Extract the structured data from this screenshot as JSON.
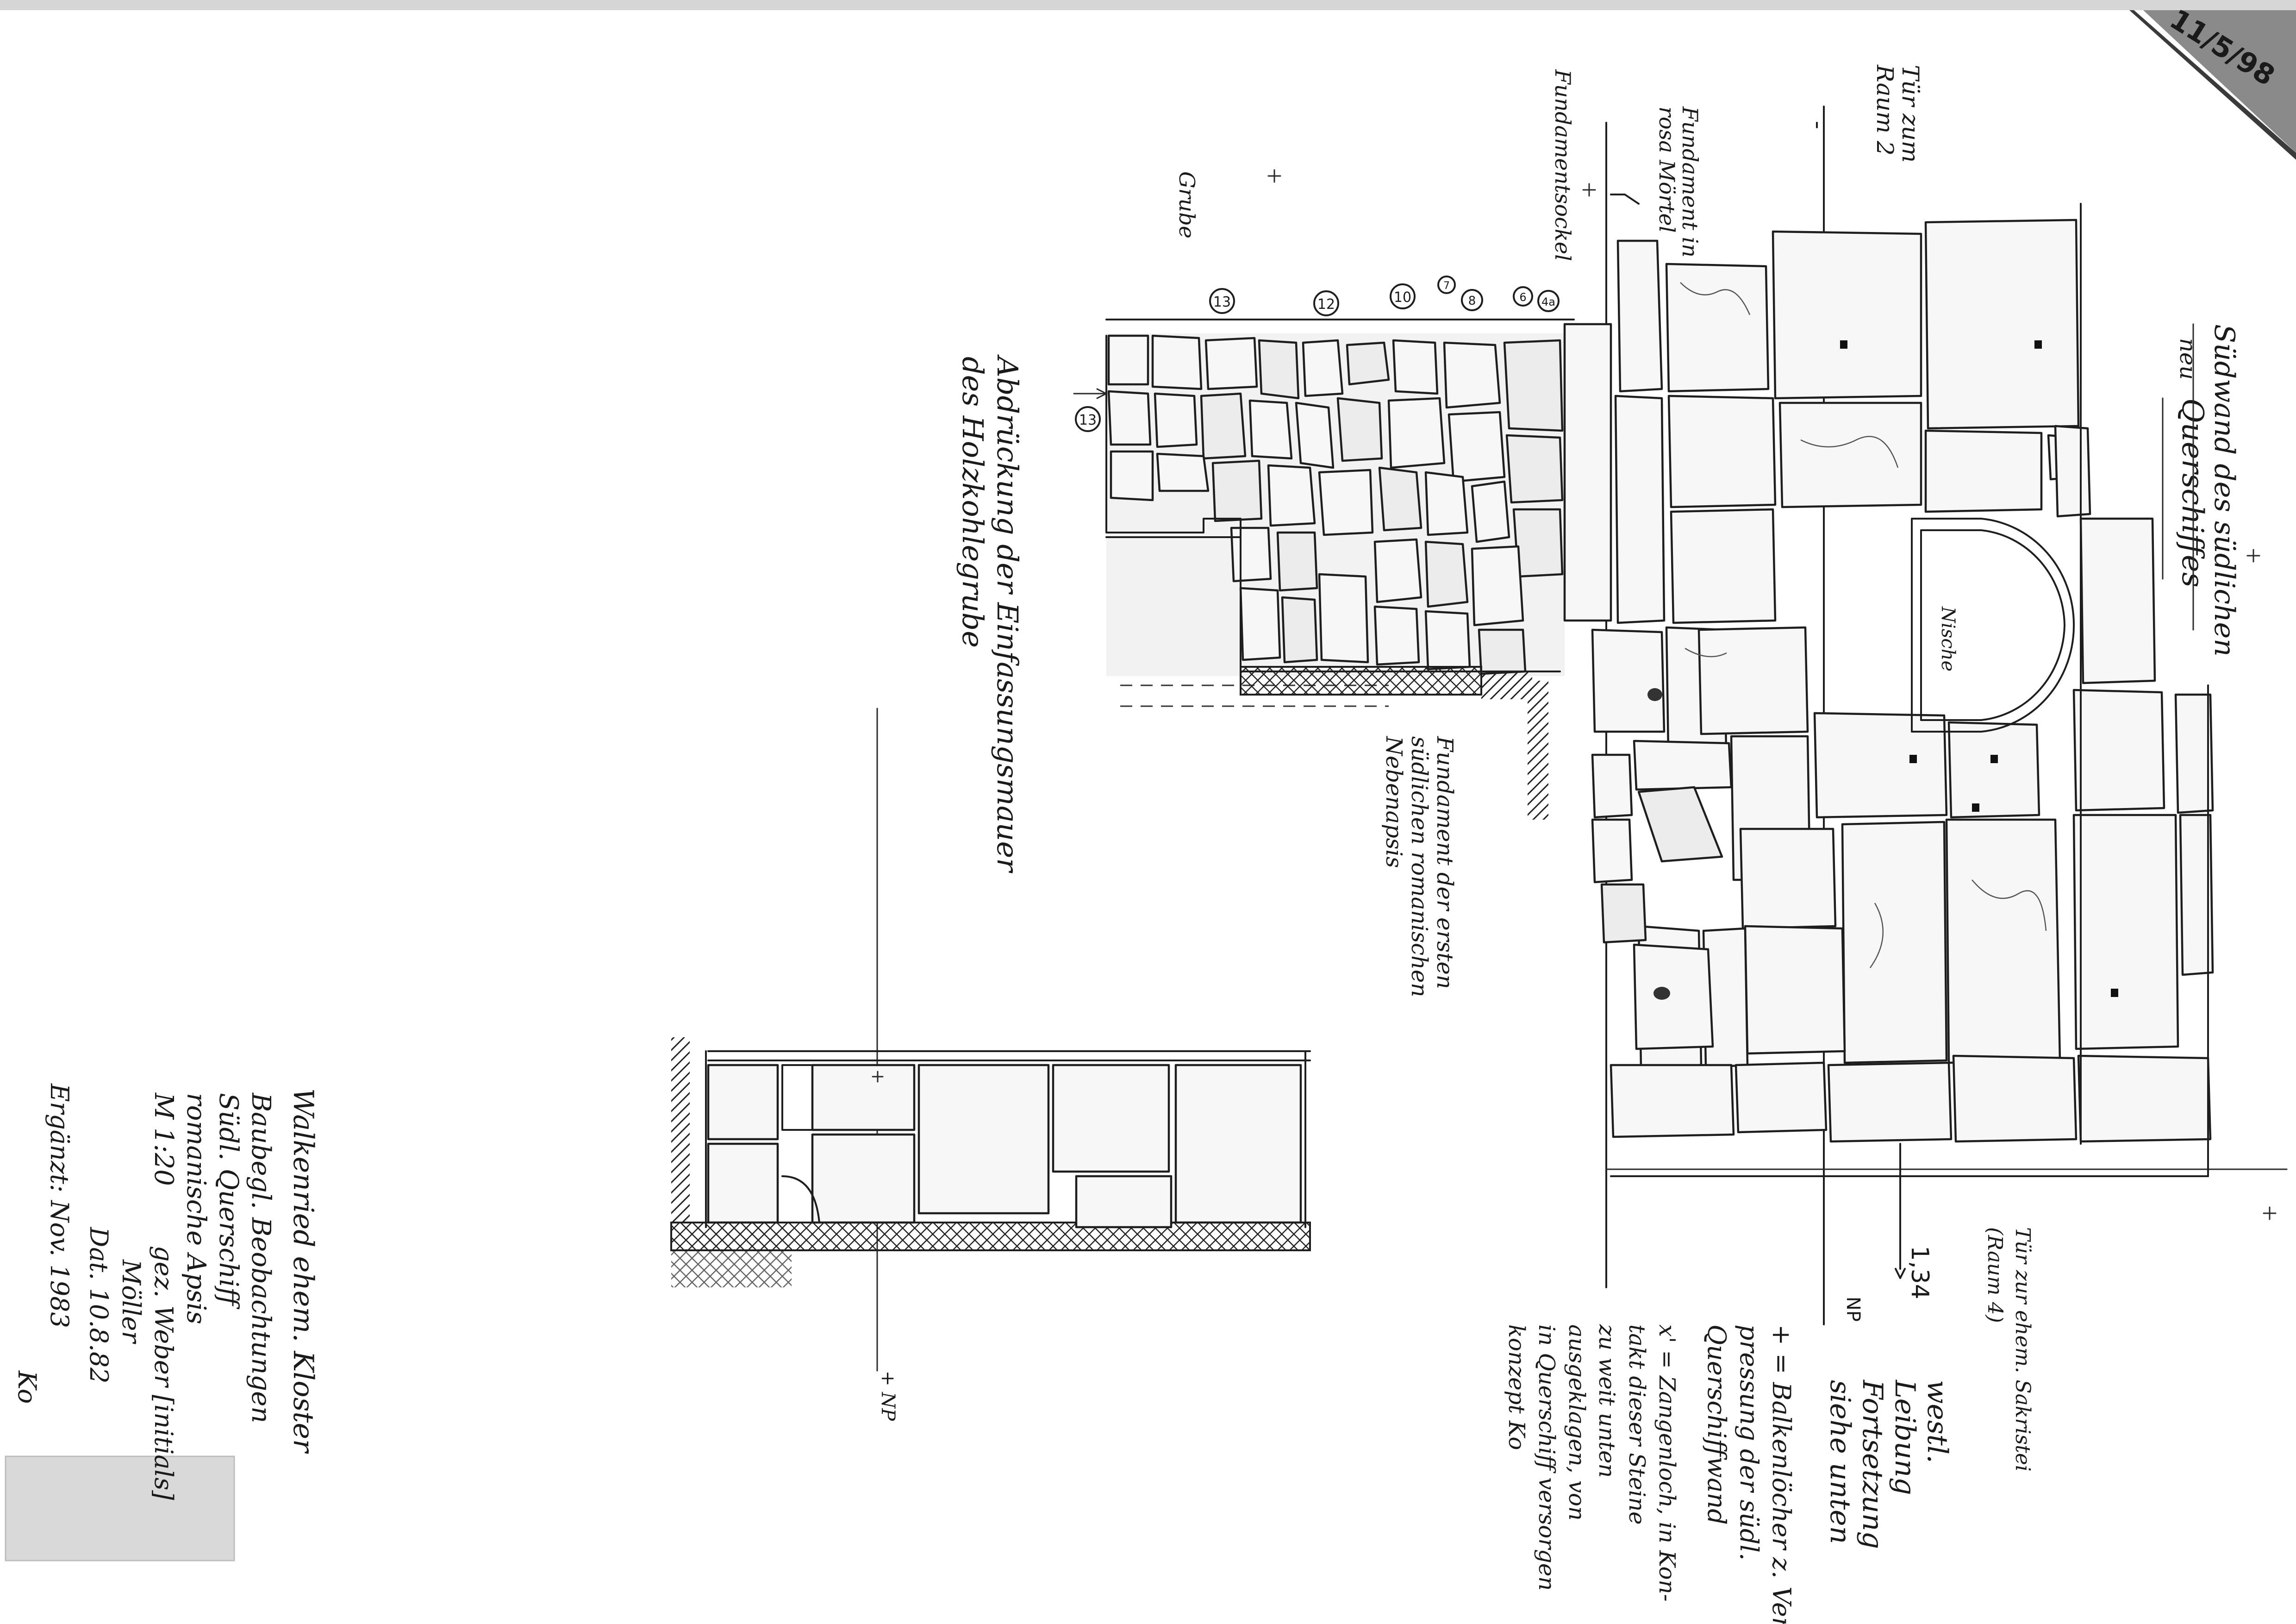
{
  "sheet": {
    "page_number": "11/5/98",
    "paper_color": "#ffffff",
    "ink_color": "#1e1e1e"
  },
  "title_block": {
    "lines": [
      "Walkenried ehem. Kloster",
      "Baubegl. Beobachtungen",
      "Südl. Querschiff",
      "romanische Apsis",
      "M 1:20",
      "gez. Weber [initials]",
      "Möller",
      "Dat. 10.8.82",
      "Ergänzt: Nov. 1983",
      "Ko"
    ]
  },
  "labels": {
    "heading_line1": "Südwand des südlichen",
    "heading_note": "neu",
    "heading_line2": "Querschiffes",
    "door_room2": [
      "Tür zum",
      "Raum 2"
    ],
    "foundation_pink": [
      "Fundament in",
      "rosa Mörtel"
    ],
    "foundation_base": "Fundamentsockel",
    "pit": "Grube",
    "wall_imprint": [
      "Abdrückung der Einfassungsmauer",
      "des Holzkohlegrube"
    ],
    "romanesque_foundation": [
      "Fundament der ersten",
      "südlichen romanischen",
      "Nebenapsis"
    ],
    "niche": "Nische",
    "door_sacristy": [
      "Tür zur ehem. Sakristei",
      "(Raum 4)"
    ],
    "west_offset": [
      "westl.",
      "Leibung",
      "Fortsetzung",
      "siehe unten"
    ],
    "dimension": "1,34",
    "np_marker": "NP",
    "np_marker_lower": "+ NP",
    "legend_plus": [
      "+ = Balkenlöcher z. Ver-",
      "pressung der südl.",
      "Querschiffwand"
    ],
    "legend_x": [
      "x' = Zangenloch, in Kon-",
      "takt dieser Steine",
      "zu weit unten",
      "ausgeklagen, von",
      "in Querschiff versorgen",
      "konzept Ko"
    ]
  },
  "callouts": [
    "13",
    "12",
    "10",
    "8",
    "7",
    "6",
    "4a",
    "13"
  ],
  "icons": [
    "compass-arrow-icon",
    "datum-cross-icon",
    "scale-hatching"
  ]
}
